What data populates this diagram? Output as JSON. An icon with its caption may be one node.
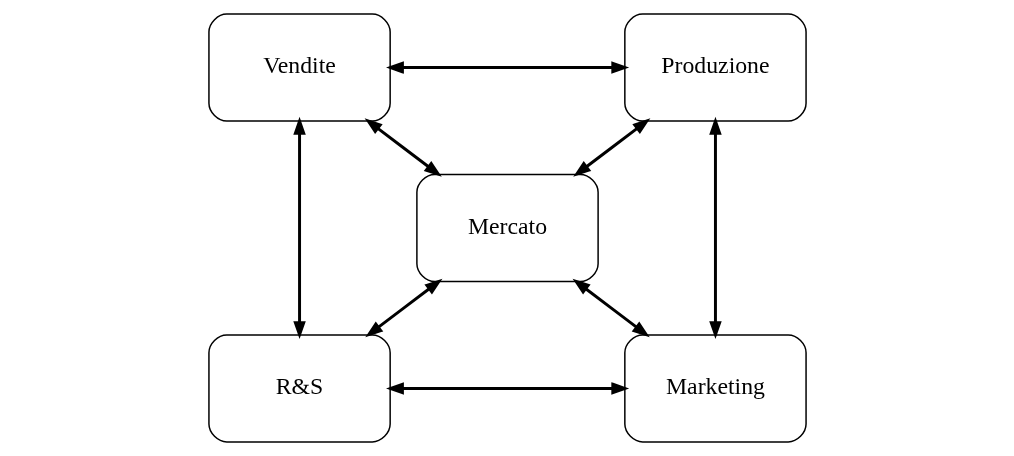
{
  "diagram": {
    "nodes": [
      {
        "text": [
          "Vendite"
        ]
      },
      {
        "text": [
          "Produzione"
        ]
      },
      {
        "text": [
          "Mercato"
        ]
      },
      {
        "text": [
          "R&S"
        ]
      },
      {
        "text": [
          "Marketing"
        ]
      }
    ],
    "edges": [
      {
        "from": 0,
        "to": 1,
        "arrow": "both"
      },
      {
        "from": 0,
        "to": 2,
        "arrow": "both"
      },
      {
        "from": 1,
        "to": 2,
        "arrow": "both"
      },
      {
        "from": 0,
        "to": 3,
        "arrow": "both"
      },
      {
        "from": 1,
        "to": 4,
        "arrow": "both"
      },
      {
        "from": 3,
        "to": 2,
        "arrow": "both"
      },
      {
        "from": 2,
        "to": 4,
        "arrow": "both"
      },
      {
        "from": 3,
        "to": 4,
        "arrow": "both"
      }
    ]
  }
}
